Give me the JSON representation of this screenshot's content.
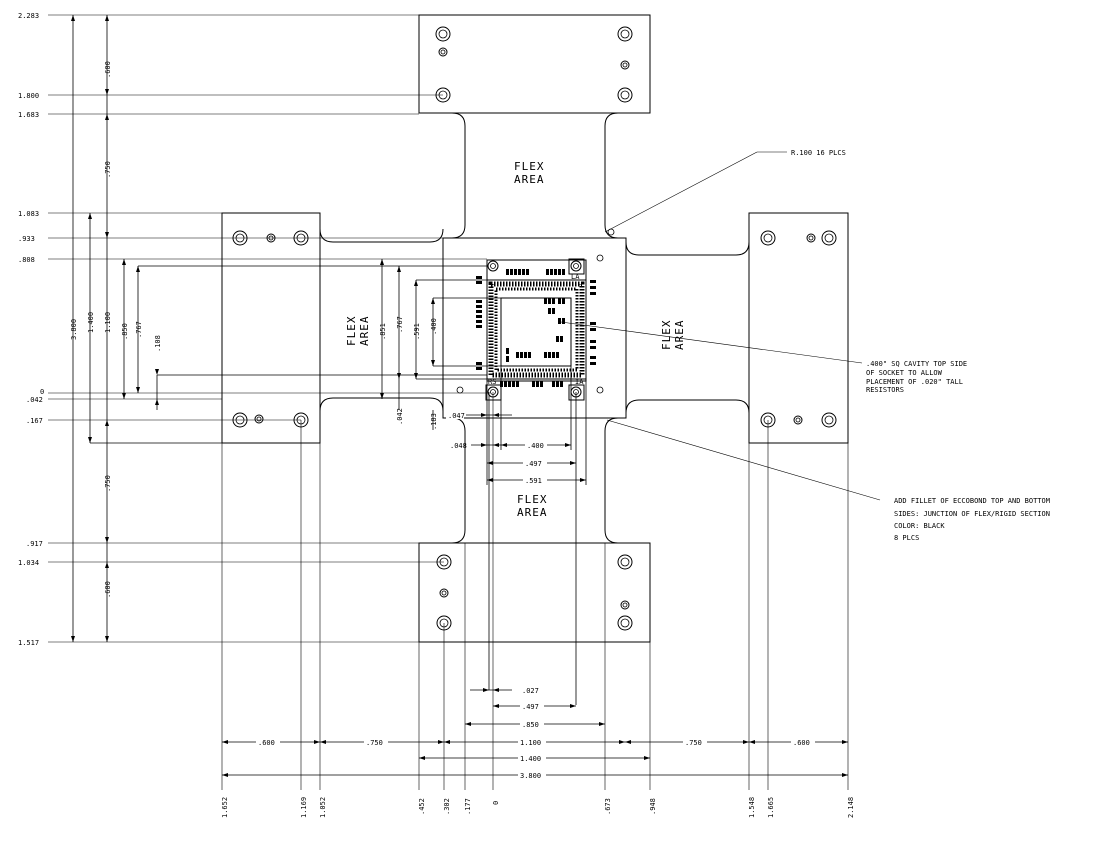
{
  "left_ruler": [
    "2.283",
    "1.800",
    "1.683",
    "1.083",
    ".933",
    ".808",
    "0",
    ".042",
    ".167",
    ".917",
    "1.034",
    "1.517"
  ],
  "bottom_ruler": [
    "1.652",
    "1.169",
    "1.052",
    ".452",
    ".302",
    ".177",
    "0",
    ".673",
    ".948",
    "1.548",
    "1.665",
    "2.148"
  ],
  "vertical_dims": [
    ".600",
    ".750",
    "3.800",
    "1.400",
    "1.100",
    ".850",
    ".767",
    ".108",
    ".750",
    ".600",
    ".851",
    ".767",
    ".591",
    ".400",
    ".042",
    ".183"
  ],
  "horizontal_dims": [
    ".047",
    ".048",
    ".400",
    ".497",
    ".591",
    ".027",
    ".497",
    ".850",
    ".600",
    ".750",
    "1.100",
    ".750",
    ".600",
    "1.400",
    "3.800"
  ],
  "area_labels": {
    "top": [
      "FLEX",
      "AREA"
    ],
    "left": [
      "FLEX",
      "AREA"
    ],
    "right": [
      "FLEX",
      "AREA"
    ],
    "bottom": [
      "FLEX",
      "AREA"
    ]
  },
  "notes": {
    "radius": "R.100 16 PLCS",
    "cavity": [
      ".400\" SQ CAVITY TOP SIDE",
      "OF SOCKET TO ALLOW",
      "PLACEMENT OF .020\" TALL",
      "RESISTORS"
    ],
    "fillet": [
      "ADD FILLET OF ECCOBOND TOP AND BOTTOM",
      "SIDES: JUNCTION OF FLEX/RIGID SECTION",
      "COLOR: BLACK",
      "8 PLCS"
    ]
  },
  "corner_marks": [
    "LA",
    "RS",
    "IA"
  ]
}
